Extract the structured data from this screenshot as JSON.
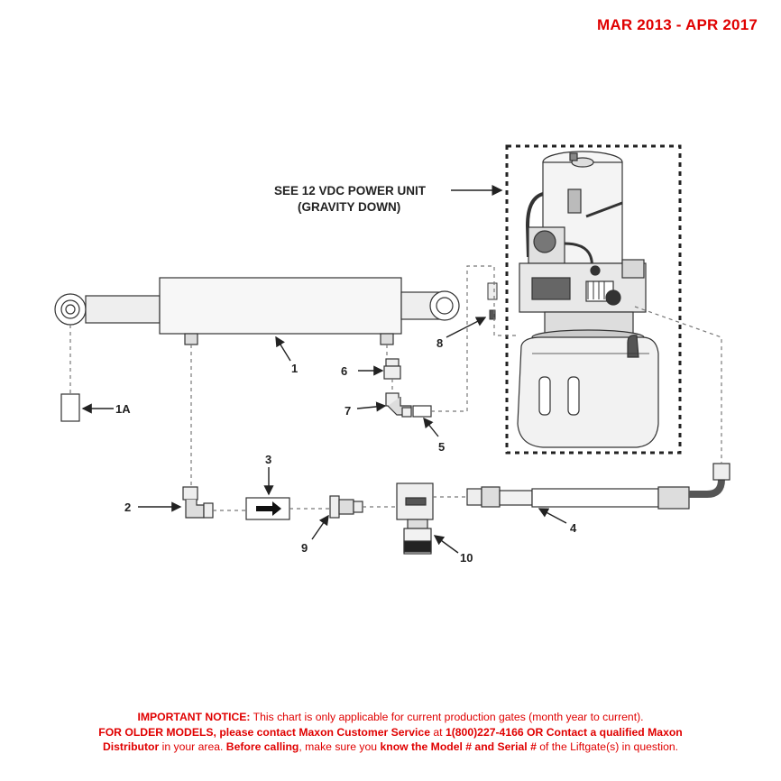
{
  "header": {
    "date_range": "MAR 2013 - APR 2017"
  },
  "diagram": {
    "power_unit_note_line1": "SEE 12 VDC POWER UNIT",
    "power_unit_note_line2": "(GRAVITY DOWN)",
    "callouts": {
      "c1": "1",
      "c1a": "1A",
      "c2": "2",
      "c3": "3",
      "c4": "4",
      "c5": "5",
      "c6": "6",
      "c7": "7",
      "c8": "8",
      "c9": "9",
      "c10": "10"
    }
  },
  "notice": {
    "line1_bold": "IMPORTANT NOTICE:",
    "line1_rest": " This chart is only applicable for current production gates (month year to current).",
    "line2_bold": "FOR OLDER MODELS, please contact Maxon Customer Service",
    "line2_mid": " at ",
    "line2_bold2": "1(800)227-4166 OR Contact a qualified Maxon",
    "line3_bold": "Distributor",
    "line3_mid": " in your area. ",
    "line3_bold2": "Before calling",
    "line3_mid2": ", make sure you ",
    "line3_bold3": "know the Model # and Serial #",
    "line3_rest": " of the Liftgate(s) in question."
  }
}
